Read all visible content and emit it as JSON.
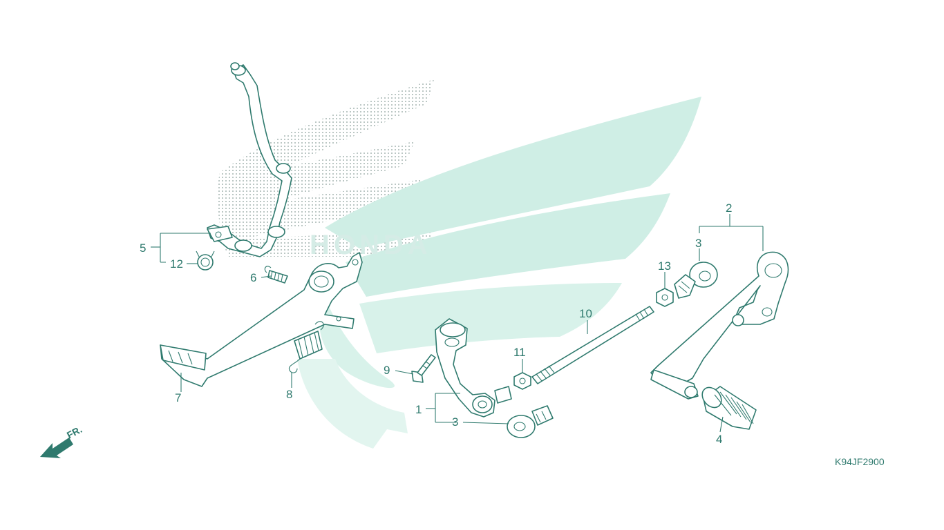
{
  "diagram": {
    "drawing_code": "K94JF2900",
    "direction_label": "FR.",
    "accent_color": "#2f7a6e",
    "watermark_color": "#cfeee5",
    "callouts": {
      "c1": "1",
      "c2": "2",
      "c3a": "3",
      "c3b": "3",
      "c4": "4",
      "c5": "5",
      "c6": "6",
      "c7": "7",
      "c8": "8",
      "c9": "9",
      "c10": "10",
      "c11": "11",
      "c12": "12",
      "c13": "13"
    },
    "watermark_text": "HONDA"
  }
}
